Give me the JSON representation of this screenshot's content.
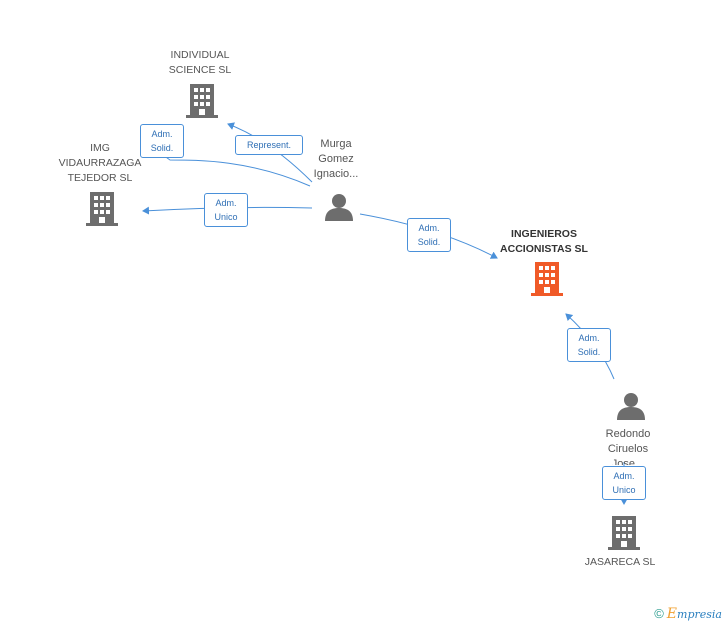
{
  "nodes": {
    "individual_science": {
      "label": "INDIVIDUAL\nSCIENCE SL"
    },
    "img_vidaurrazaga": {
      "label": "IMG\nVIDAURRAZAGA\nTEJEDOR SL"
    },
    "ingenieros_accionistas": {
      "label": "INGENIEROS\nACCIONISTAS SL"
    },
    "jasareca": {
      "label": "JASARECA SL"
    },
    "murga_gomez": {
      "label": "Murga\nGomez\nIgnacio..."
    },
    "redondo_ciruelos": {
      "label": "Redondo\nCiruelos\nJose..."
    }
  },
  "edges": {
    "represent": {
      "label": "Represent."
    },
    "adm_solid_individual": {
      "label": "Adm.\nSolid."
    },
    "adm_unico_img": {
      "label": "Adm.\nUnico"
    },
    "adm_solid_ingenieros_murga": {
      "label": "Adm.\nSolid."
    },
    "adm_solid_ingenieros_redondo": {
      "label": "Adm.\nSolid."
    },
    "adm_unico_jasareca": {
      "label": "Adm.\nUnico"
    }
  },
  "colors": {
    "company": "#6d6d6d",
    "company_main": "#f05a28",
    "person": "#6d6d6d",
    "edge": "#4a90d9"
  },
  "icons": {
    "company": "building-icon",
    "person": "person-icon"
  },
  "footer": {
    "copyright": "©",
    "brand_first": "E",
    "brand_rest": "mpresia"
  }
}
